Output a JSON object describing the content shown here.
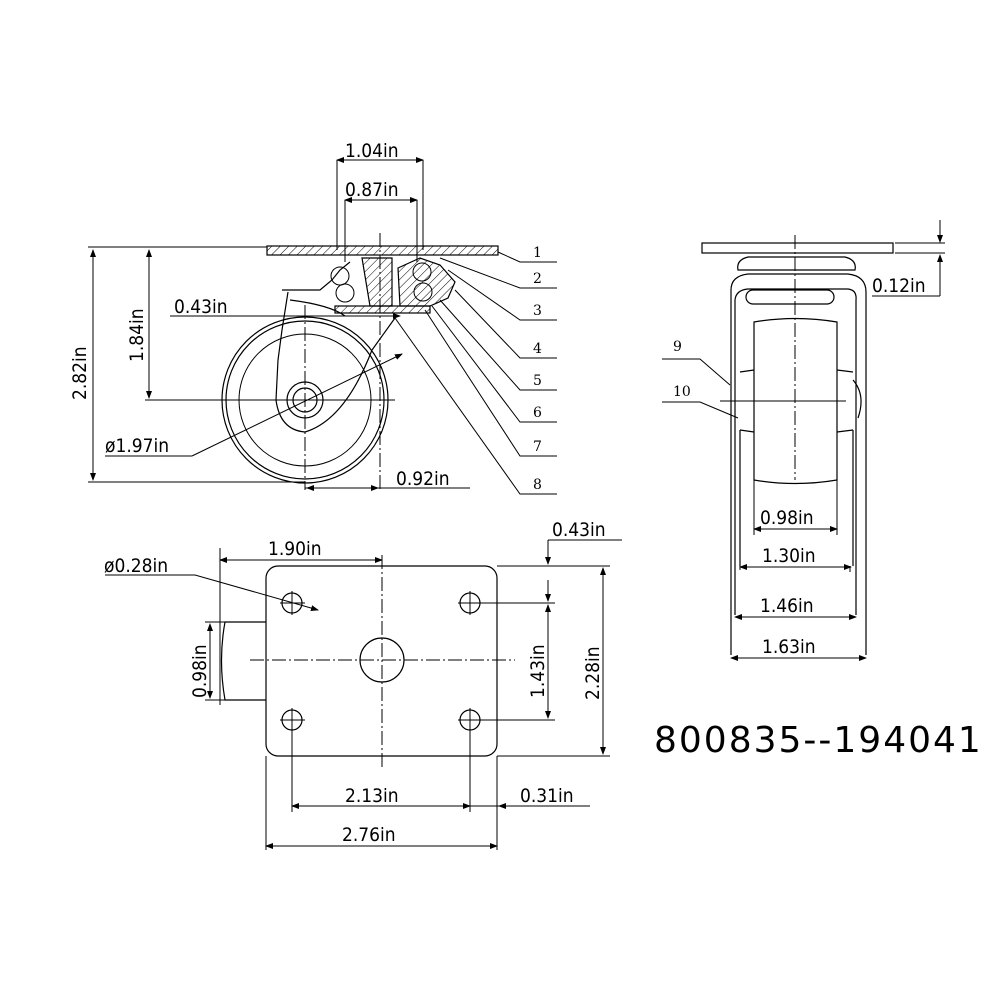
{
  "side_view": {
    "dims": {
      "top_outer": "1.04in",
      "top_inner": "0.87in",
      "offset": "0.43in",
      "height_total": "2.82in",
      "height_axle": "1.84in",
      "wheel_diameter": "ø1.97in",
      "swivel_offset": "0.92in"
    },
    "part_numbers": [
      "1",
      "2",
      "3",
      "4",
      "5",
      "6",
      "7",
      "8"
    ]
  },
  "front_view": {
    "dims": {
      "plate_thickness": "0.12in",
      "wheel_width": "0.98in",
      "inner_fork": "1.30in",
      "fork": "1.46in",
      "outer_fork": "1.63in"
    },
    "part_numbers": [
      "9",
      "10"
    ]
  },
  "plate_view": {
    "dims": {
      "hole_x": "1.90in",
      "hole_diameter": "ø0.28in",
      "edge_y": "0.43in",
      "hole_spacing_y": "1.43in",
      "plate_length": "2.28in",
      "side": "0.98in",
      "hole_spacing_x": "2.13in",
      "edge_x": "0.31in",
      "plate_width": "2.76in"
    }
  },
  "part_number": "800835--194041"
}
